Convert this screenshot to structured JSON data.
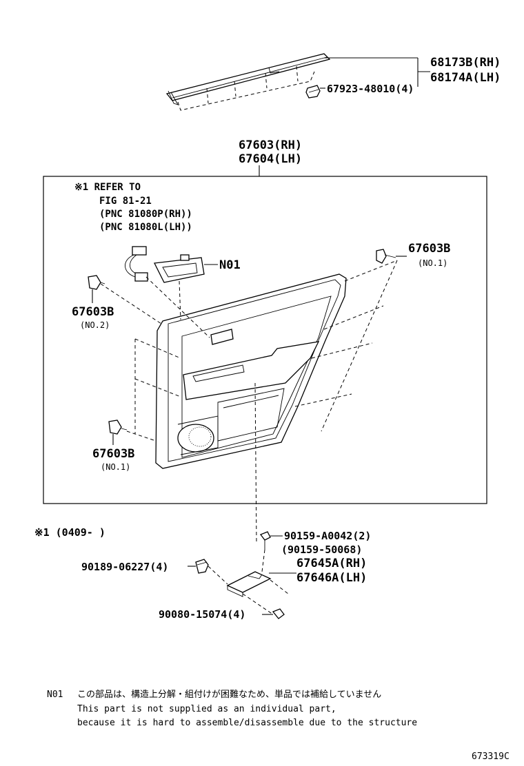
{
  "labels": {
    "p68173b": "68173B(RH)",
    "p68174a": "68174A(LH)",
    "p67923": "67923-48010(4)",
    "p67603_title": "67603(RH)",
    "p67604_title": "67604(LH)",
    "refer_1": "※1 REFER TO",
    "refer_2": "FIG 81-21",
    "refer_3": "(PNC 81080P(RH))",
    "refer_4": "(PNC 81080L(LH))",
    "n01": "N01",
    "p67603b_right": "67603B",
    "p67603b_right_sub": "(NO.1)",
    "p67603b_left": "67603B",
    "p67603b_left_sub": "(NO.2)",
    "p67603b_bottom": "67603B",
    "p67603b_bottom_sub": "(NO.1)",
    "range_note": "※1 (0409-    )",
    "p90159_a": "90159-A0042(2)",
    "p90159_b": "(90159-50068)",
    "p90189": "90189-06227(4)",
    "p67645a": "67645A(RH)",
    "p67646a": "67646A(LH)",
    "p90080": "90080-15074(4)"
  },
  "footnote": {
    "code": "N01",
    "jp": "この部品は、構造上分解・組付けが困難なため、単品では補給していません",
    "en1": "This part is not supplied as an individual part,",
    "en2": "because it is hard to assemble/disassemble due to the structure"
  },
  "figure_id": "673319C"
}
